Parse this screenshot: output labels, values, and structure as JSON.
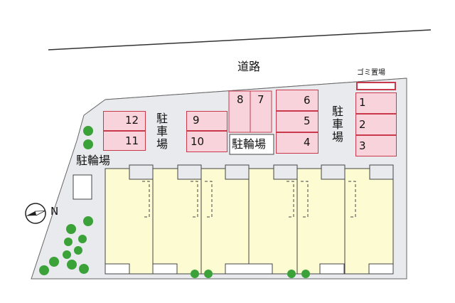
{
  "road_label": "道路",
  "garbage_label": "ゴミ置場",
  "north_label": "N",
  "parking_label": "駐車場",
  "bike_parking_label": "駐輪場",
  "parking_west": [
    "12",
    "11"
  ],
  "parking_center": [
    "9",
    "10"
  ],
  "parking_center_top": [
    "8",
    "7"
  ],
  "parking_east_mid": [
    "6",
    "5",
    "4"
  ],
  "parking_east": [
    "1",
    "2",
    "3"
  ],
  "colors": {
    "ground": "#e8eaed",
    "building": "#fdfbd2",
    "parking_fill": "#f9d3dc",
    "parking_border": "#c8394c",
    "trees": "#3aa238"
  }
}
